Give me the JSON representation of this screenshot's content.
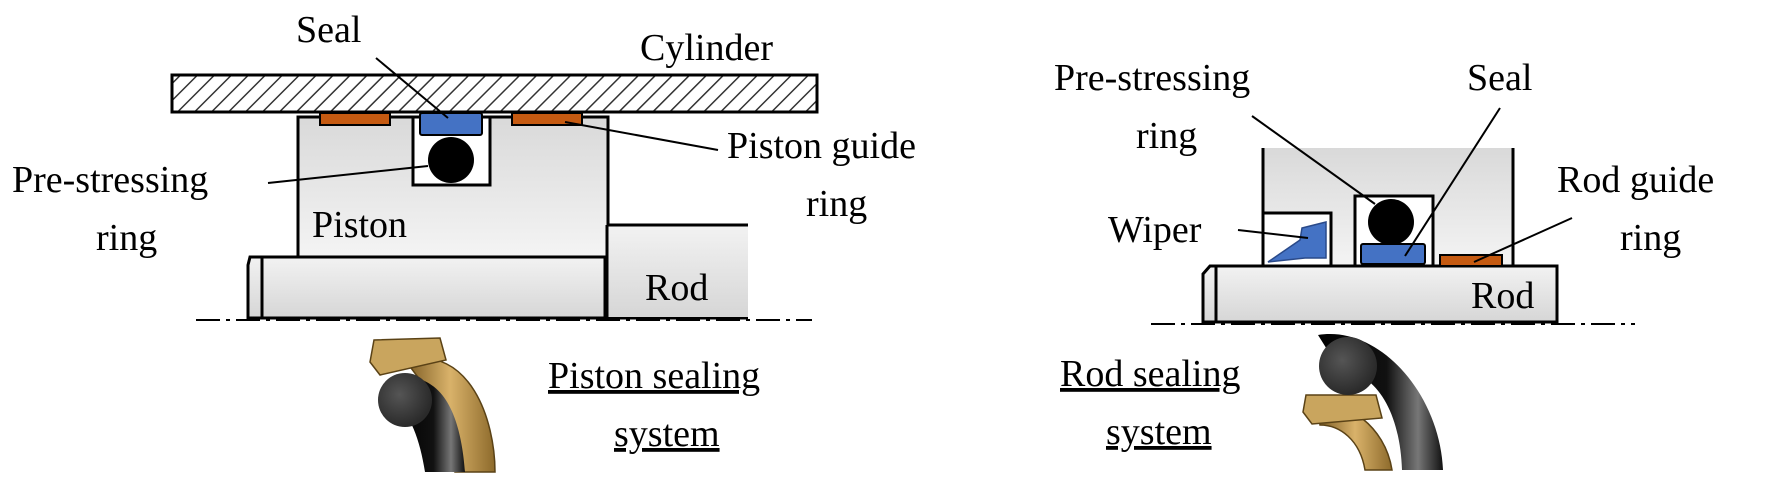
{
  "piston_system": {
    "labels": {
      "seal": "Seal",
      "cylinder": "Cylinder",
      "prestress_line1": "Pre-stressing",
      "prestress_line2": "ring",
      "guide_line1": "Piston guide",
      "guide_line2": "ring",
      "piston": "Piston",
      "rod": "Rod"
    },
    "caption_line1": "Piston sealing",
    "caption_line2": "system"
  },
  "rod_system": {
    "labels": {
      "prestress_line1": "Pre-stressing",
      "prestress_line2": "ring",
      "seal": "Seal",
      "guide_line1": "Rod guide",
      "guide_line2": "ring",
      "wiper": "Wiper",
      "rod": "Rod"
    },
    "caption_line1": "Rod sealing",
    "caption_line2": "system"
  },
  "colors": {
    "seal": "#4472c4",
    "guide_ring": "#c55a11",
    "prestress_ring": "#000000",
    "housing_gray": "#e6e6e6",
    "bronze": "#b8914a",
    "rubber": "#111111"
  }
}
